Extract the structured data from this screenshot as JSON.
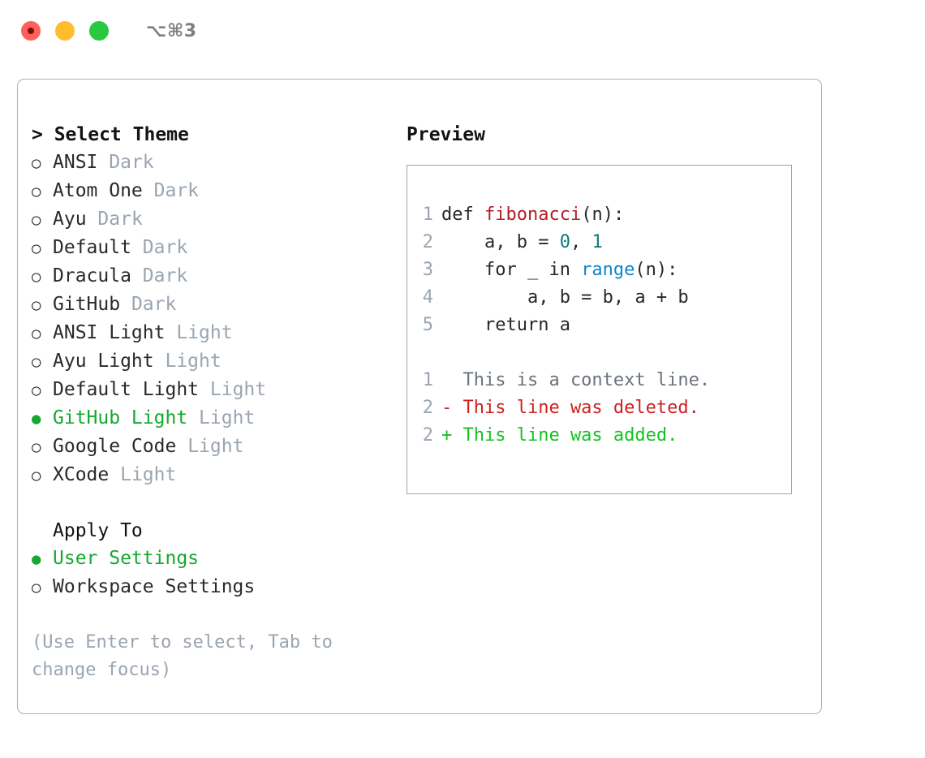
{
  "titlebar": {
    "title": "⌥⌘3",
    "buttons": [
      {
        "name": "close",
        "color": "#ff6159"
      },
      {
        "name": "minimize",
        "color": "#ffbd2e"
      },
      {
        "name": "maximize",
        "color": "#28c840"
      }
    ]
  },
  "theme_picker": {
    "heading": "> Select Theme",
    "caret": ">",
    "heading_label": "Select Theme",
    "marker_unselected": "○",
    "marker_selected": "●",
    "selected_color": "#16a831",
    "items": [
      {
        "marker": "○",
        "label": "ANSI",
        "variant": "Dark",
        "selected": false
      },
      {
        "marker": "○",
        "label": "Atom One",
        "variant": "Dark",
        "selected": false
      },
      {
        "marker": "○",
        "label": "Ayu",
        "variant": "Dark",
        "selected": false
      },
      {
        "marker": "○",
        "label": "Default",
        "variant": "Dark",
        "selected": false
      },
      {
        "marker": "○",
        "label": "Dracula",
        "variant": "Dark",
        "selected": false
      },
      {
        "marker": "○",
        "label": "GitHub",
        "variant": "Dark",
        "selected": false
      },
      {
        "marker": "○",
        "label": "ANSI Light",
        "variant": "Light",
        "selected": false
      },
      {
        "marker": "○",
        "label": "Ayu Light",
        "variant": "Light",
        "selected": false
      },
      {
        "marker": "○",
        "label": "Default Light",
        "variant": "Light",
        "selected": false
      },
      {
        "marker": "●",
        "label": "GitHub Light",
        "variant": "Light",
        "selected": true
      },
      {
        "marker": "○",
        "label": "Google Code",
        "variant": "Light",
        "selected": false
      },
      {
        "marker": "○",
        "label": "XCode",
        "variant": "Light",
        "selected": false
      }
    ]
  },
  "apply_to": {
    "heading": "Apply To",
    "items": [
      {
        "marker": "●",
        "label": "User Settings",
        "selected": true
      },
      {
        "marker": "○",
        "label": "Workspace Settings",
        "selected": false
      }
    ]
  },
  "help": {
    "text": "(Use Enter to select, Tab to change focus)"
  },
  "preview": {
    "heading": "Preview",
    "code_lines": [
      {
        "lineno": "1",
        "tokens": [
          {
            "text": "def ",
            "kind": "plain"
          },
          {
            "text": "fibonacci",
            "kind": "fn"
          },
          {
            "text": "(n):",
            "kind": "plain"
          }
        ]
      },
      {
        "lineno": "2",
        "tokens": [
          {
            "text": "    a, b = ",
            "kind": "plain"
          },
          {
            "text": "0",
            "kind": "num"
          },
          {
            "text": ", ",
            "kind": "plain"
          },
          {
            "text": "1",
            "kind": "num"
          }
        ]
      },
      {
        "lineno": "3",
        "tokens": [
          {
            "text": "    for _ in ",
            "kind": "plain"
          },
          {
            "text": "range",
            "kind": "builtin"
          },
          {
            "text": "(n):",
            "kind": "plain"
          }
        ]
      },
      {
        "lineno": "4",
        "tokens": [
          {
            "text": "        a, b = b, a + b",
            "kind": "plain"
          }
        ]
      },
      {
        "lineno": "5",
        "tokens": [
          {
            "text": "    return a",
            "kind": "plain"
          }
        ]
      }
    ],
    "diff_lines": [
      {
        "lineno": "1",
        "text": "  This is a context line.",
        "kind": "context"
      },
      {
        "lineno": "2",
        "text": "- This line was deleted.",
        "kind": "deleted"
      },
      {
        "lineno": "2",
        "text": "+ This line was added.",
        "kind": "added"
      }
    ],
    "colors": {
      "function": "#b31d28",
      "number": "#0b7b7b",
      "builtin": "#1184c8",
      "context": "#6a737d",
      "deleted": "#cc2121",
      "added": "#16c222",
      "lineno": "#9aa5b1"
    }
  }
}
